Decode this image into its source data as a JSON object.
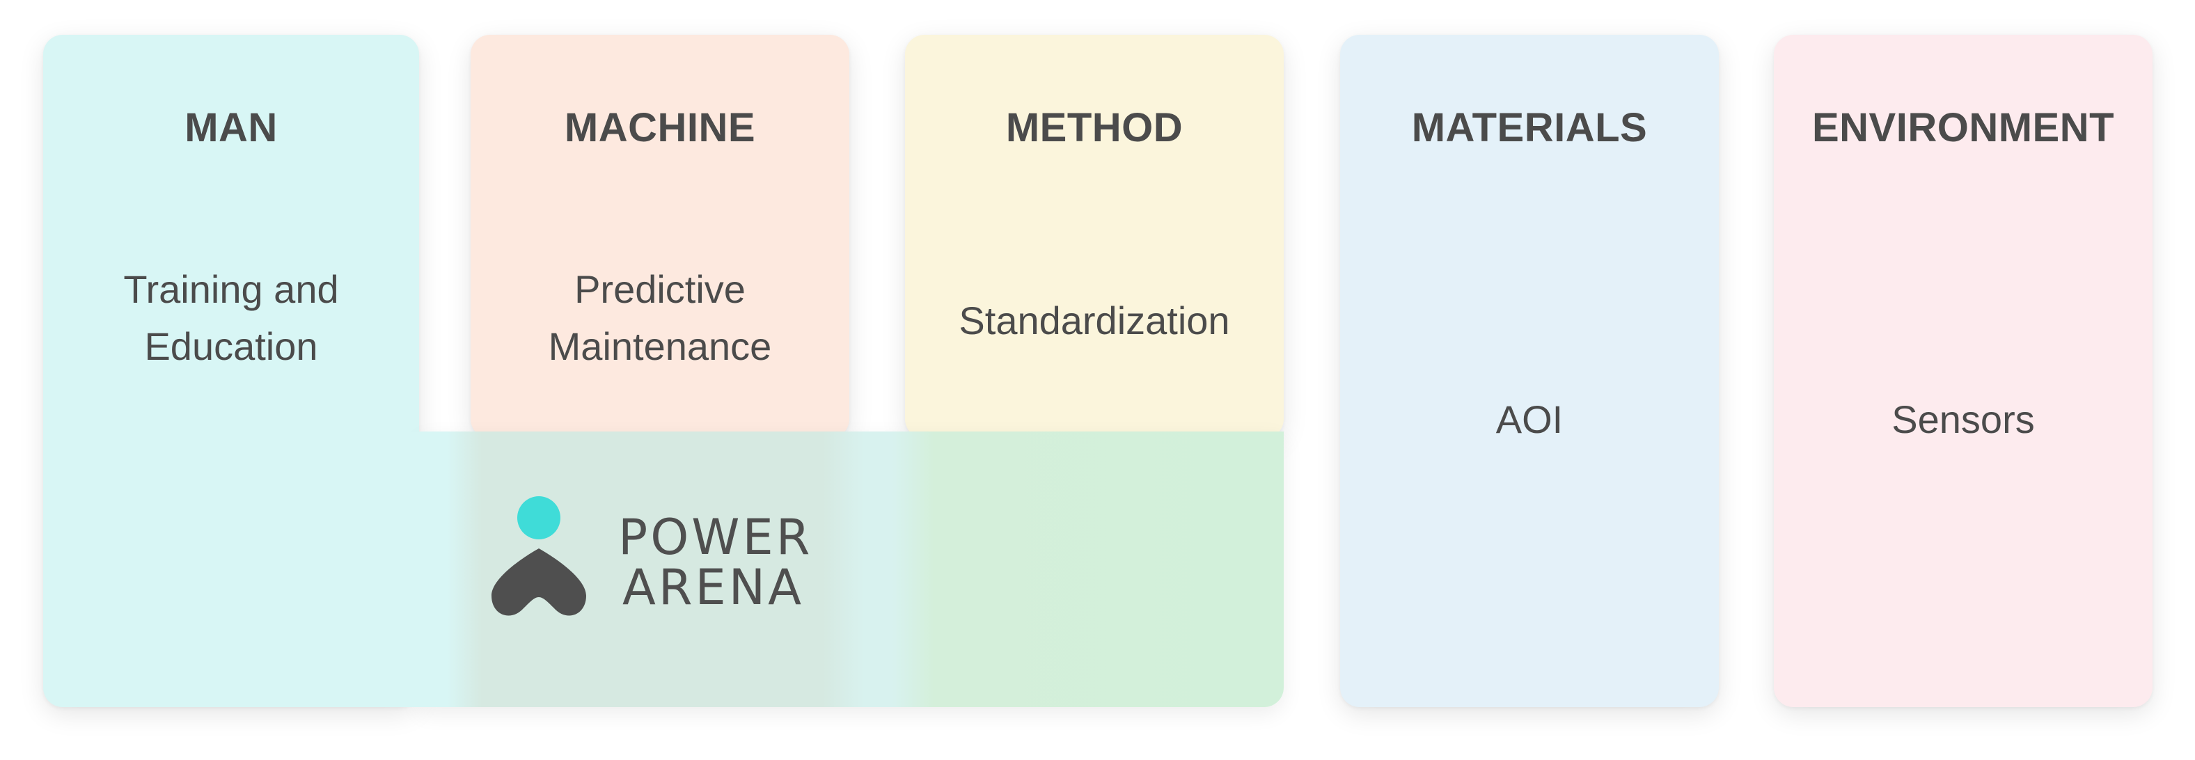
{
  "cards": [
    {
      "title": "MAN",
      "lines": [
        "Training and",
        "Education"
      ],
      "bg": "#d8f6f5"
    },
    {
      "title": "MACHINE",
      "lines": [
        "Predictive",
        "Maintenance"
      ],
      "bg": "#fde9df"
    },
    {
      "title": "METHOD",
      "lines": [
        "Standardization"
      ],
      "bg": "#fbf5dc"
    },
    {
      "title": "MATERIALS",
      "lines": [
        "AOI"
      ],
      "bg": "#e4f1f9"
    },
    {
      "title": "ENVIRONMENT",
      "lines": [
        "Sensors"
      ],
      "bg": "#fdebee"
    }
  ],
  "logo": {
    "line1": "POWER",
    "line2": "ARENA",
    "dot_color": "#3fdcd8",
    "mark_color": "#4f4f4f"
  }
}
